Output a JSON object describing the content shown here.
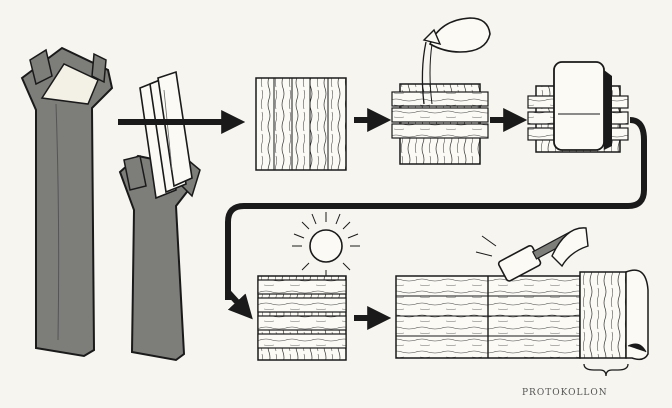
{
  "caption": {
    "text": "PROTOKOLLON"
  },
  "colors": {
    "ink": "#1a1a1a",
    "paper": "#f6f5f0",
    "stalk": "#7d7d7a",
    "pith": "#f3f0e6"
  },
  "steps": [
    {
      "name": "papyrus-stalk",
      "icon": "stalk-icon"
    },
    {
      "name": "cut-stalk-strips",
      "icon": "strips-icon"
    },
    {
      "name": "laid-strips",
      "icon": "sheet-icon"
    },
    {
      "name": "wet-with-water",
      "icon": "water-jug-icon"
    },
    {
      "name": "press-layers",
      "icon": "press-icon"
    },
    {
      "name": "dry-in-sun",
      "icon": "sun-icon"
    },
    {
      "name": "join-sheets-into-roll",
      "icon": "mallet-icon"
    }
  ]
}
